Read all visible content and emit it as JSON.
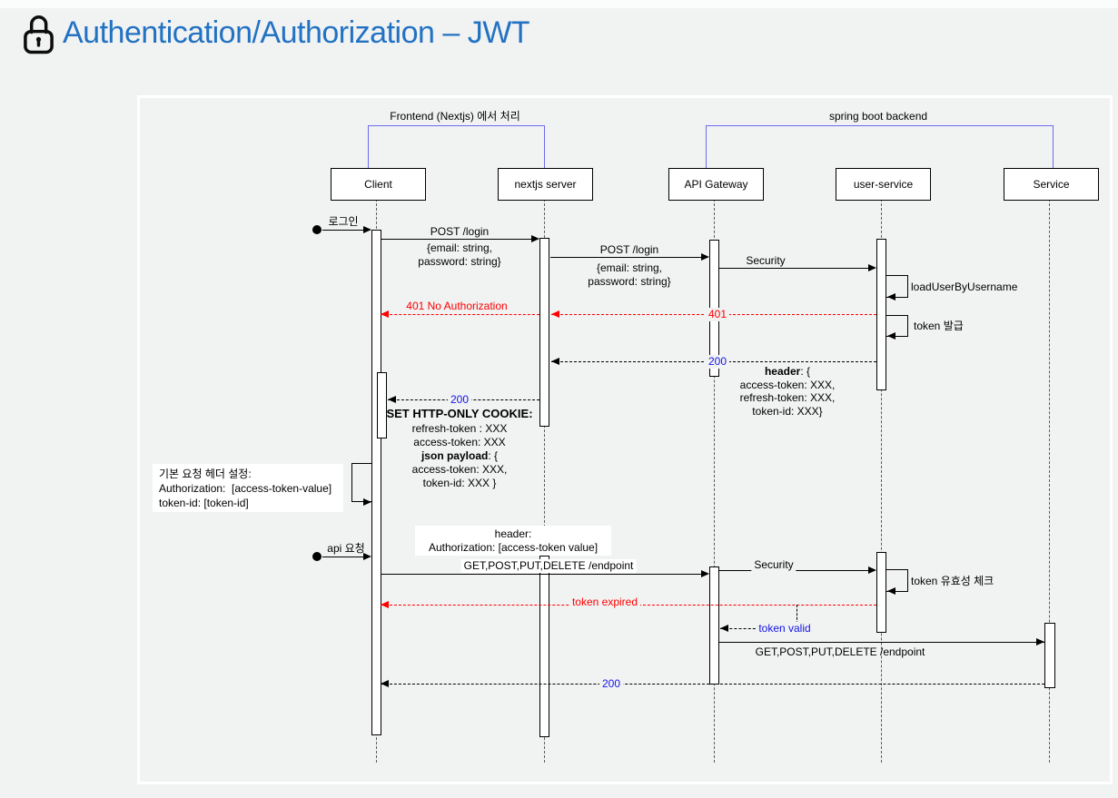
{
  "title": {
    "text": "Authentication/Authorization – JWT"
  },
  "groups": {
    "frontend": "Frontend (Nextjs) 에서 처리",
    "backend": "spring boot backend"
  },
  "participants": {
    "client": "Client",
    "nextjs": "nextjs server",
    "gateway": "API Gateway",
    "userservice": "user-service",
    "service": "Service"
  },
  "labels": {
    "login": "로그인",
    "post_login": "POST /login",
    "login_body_1": "{email: string,",
    "login_body_2": "password: string}",
    "security": "Security",
    "load_user": "loadUserByUsername",
    "unauthorized_full": "401 No Authorization",
    "code_401": "401",
    "token_issue": "token 발급",
    "code_200": "200",
    "header_bold": "header",
    "header_rest": ": {",
    "header_access": "access-token: XXX,",
    "header_refresh": "refresh-token: XXX,",
    "header_tokenid": "token-id: XXX}",
    "cookie_title": "SET HTTP-ONLY COOKIE:",
    "cookie_refresh": "refresh-token : XXX",
    "cookie_access": "access-token: XXX",
    "json_payload_bold": "json payload",
    "json_payload_rest": ": {",
    "cookie_access2": "access-token: XXX,",
    "cookie_tokenid": "token-id: XXX }",
    "note_title": "기본 요청 헤더 설정:",
    "note_auth": "Authorization:  [access-token-value]",
    "note_tokenid": "token-id: [token-id]",
    "api_request": "api 요청",
    "req_header_title": "header:",
    "req_header_auth": "Authorization: [access-token value]",
    "endpoint_call": "GET,POST,PUT,DELETE /endpoint",
    "token_check": "token 유효성 체크",
    "token_expired": "token expired",
    "token_valid": "token valid"
  },
  "colors": {
    "title_blue": "#2272c3",
    "group_bracket_blue": "#6c6cf0",
    "error_red": "#ff0000",
    "reply_blue": "#1414e8",
    "line_black": "#000000",
    "page_bg": "#f1f2f2"
  }
}
